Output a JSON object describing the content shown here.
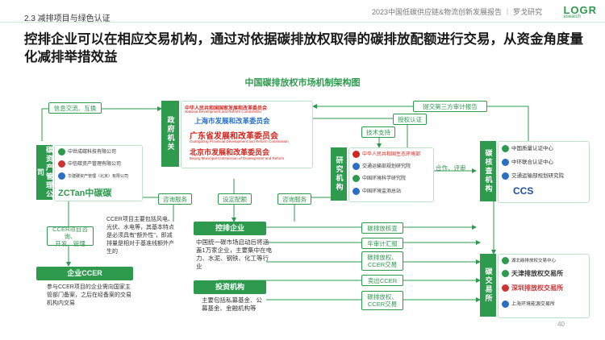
{
  "header": {
    "report_title": "2023中国低碳供应链&物流创新发展报告 ｜ 罗戈研究",
    "logo_text": "LOGR",
    "logo_sub": "esearch"
  },
  "section": "2.3 减排项目与绿色认证",
  "headline": "控排企业可以在相应交易机构，通过对依据碳排放权取得的碳排放配额进行交易，从资金角度量化减排举措效益",
  "diagram_title": "中国碳排放权市场机制架构图",
  "labels": {
    "info_exchange": "信息交流、互换",
    "consult_service": "咨询服务",
    "set_quota": "设定配额",
    "consult_service2": "咨询服务",
    "tech_support": "技术支持",
    "authorize": "授权认证",
    "third_party": "提交第三方审计报告",
    "cooperate": "合作、评审",
    "ccer_consult": "CCER项目咨询、\n开发、管理",
    "emission_check": "碳排放核查",
    "annual_plan": "年审计汇报",
    "sell_quota": "碳排放权、\nCCER交易",
    "sell_ccer": "卖出CCER",
    "buy_quota": "碳排放权、\nCCER交易"
  },
  "boxes": {
    "gov": "政府机关",
    "asset_mgmt": "碳资产管理公司",
    "research": "研究机构",
    "verify": "碳核查机构",
    "exchange": "碳交易所",
    "ccer_company": "企业CCER",
    "control_company": "控排企业",
    "investor": "投资机构"
  },
  "gov_orgs": [
    {
      "cn": "中华人民共和国国家发展和改革委员会",
      "en": "National Development and Reform Commission"
    },
    {
      "cn": "上海市发展和改革委员会",
      "en": ""
    },
    {
      "cn": "广东省发展和改革委员会",
      "en": "Guangdong Provincial Development and Reform Commission"
    },
    {
      "cn": "北京市发展和改革委员会",
      "en": "Beijing Municipal Commission of Development and Reform"
    }
  ],
  "asset_orgs": [
    "中世成碳科技有限公司",
    "中信碳资产管理有限公司",
    "华建碳资产管理（北京）有限公司",
    "ZCTan中碳碳"
  ],
  "research_orgs": [
    "中华人民共和国生态环境部",
    "交通运输部规划研究院",
    "中国环境科学研究院",
    "中国环境监测总站"
  ],
  "verify_orgs": [
    "中国质量认证中心",
    "中环联合认证中心",
    "交通运输部规划研究院",
    "CCS"
  ],
  "exchange_orgs": [
    "湖北碳排放权交易中心",
    "天津排放权交易所",
    "深圳排放权交易所",
    "上海环境能源交易所"
  ],
  "texts": {
    "ccer_desc": "CCER项目主要包括风电、光伏、水电等，其基本特点是必须具有“额外性”，即减排量是相对于基准线额外产生的",
    "ccer_desc_bold": "额外性",
    "control_desc": "中国统一碳市场启动后将涵盖1万家企业，主要集中在电力、水泥、钢铁、化工等行业",
    "investor_desc": "主要包括私募基金、公募基金、金融机构等",
    "ccer_bottom": "参与CCER项目的企业需向国家主管部门备案，之后在经备案的交易机构内交易"
  },
  "page_number": "40",
  "colors": {
    "brand": "#2e9a4e",
    "red": "#d0261d",
    "blue": "#2a6fc4"
  }
}
